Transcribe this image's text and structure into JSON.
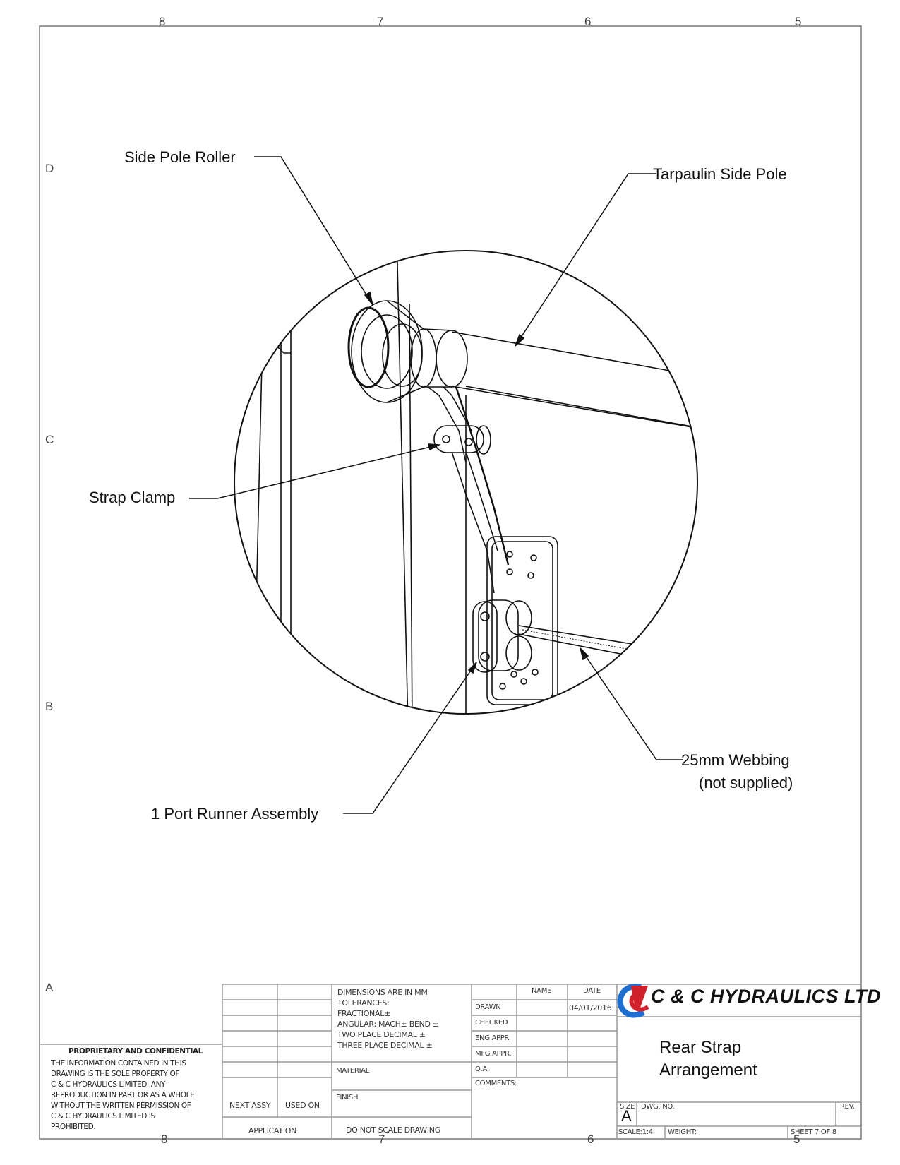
{
  "zones": {
    "columns": [
      "8",
      "7",
      "6",
      "5"
    ],
    "rows": [
      "D",
      "C",
      "B",
      "A"
    ]
  },
  "callouts": {
    "side_pole_roller": "Side Pole Roller",
    "tarpaulin_side_pole": "Tarpaulin Side Pole",
    "strap_clamp": "Strap Clamp",
    "webbing_line1": "25mm Webbing",
    "webbing_line2": "(not supplied)",
    "port_runner": "1 Port Runner Assembly"
  },
  "title_block": {
    "proprietary": {
      "heading": "PROPRIETARY AND CONFIDENTIAL",
      "lines": [
        "THE INFORMATION CONTAINED IN THIS",
        "DRAWING IS THE SOLE PROPERTY OF",
        "C & C HYDRAULICS LIMITED.  ANY",
        "REPRODUCTION IN PART OR AS A WHOLE",
        "WITHOUT THE WRITTEN PERMISSION OF",
        "C & C HYDRAULICS LIMITED  IS",
        "PROHIBITED."
      ]
    },
    "next_assy": "NEXT ASSY",
    "used_on": "USED ON",
    "application": "APPLICATION",
    "dimensions": {
      "line1": "DIMENSIONS ARE IN MM",
      "line2": "TOLERANCES:",
      "line3": "FRACTIONAL±",
      "line4": "ANGULAR: MACH±    BEND ±",
      "line5": "TWO PLACE DECIMAL    ±",
      "line6": "THREE PLACE DECIMAL  ±"
    },
    "material": "MATERIAL",
    "finish": "FINISH",
    "do_not_scale": "DO  NOT  SCALE  DRAWING",
    "name_header": "NAME",
    "date_header": "DATE",
    "drawn": "DRAWN",
    "drawn_date": "04/01/2016",
    "checked": "CHECKED",
    "eng_appr": "ENG APPR.",
    "mfg_appr": "MFG APPR.",
    "qa": "Q.A.",
    "comments": "COMMENTS:",
    "company": "C & C HYDRAULICS LTD",
    "title_line1": "Rear Strap",
    "title_line2": "Arrangement",
    "size_label": "SIZE",
    "size_value": "A",
    "dwg_no": "DWG.  NO.",
    "rev": "REV.",
    "scale": "SCALE:1:4",
    "weight": "WEIGHT:",
    "sheet": "SHEET 7 OF 8"
  },
  "colors": {
    "logo_red": "#d0202a",
    "logo_blue": "#1f6fd1",
    "line": "#111111",
    "border": "#9a9a9a"
  }
}
